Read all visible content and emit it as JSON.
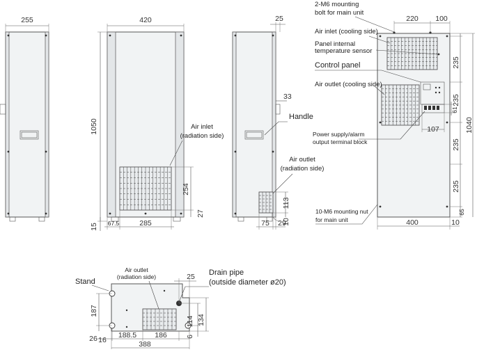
{
  "dimensions": {
    "side_left_width": "255",
    "front_width": "420",
    "height": "1050",
    "inlet_height": "254",
    "inlet_bottom": "27",
    "base_height": "15",
    "inlet_offset": "67.5",
    "inlet_width": "285",
    "handle_offset": "25",
    "handle_depth": "33",
    "outlet_height": "113",
    "outlet_bottom": "10",
    "outlet_offset": "75",
    "outlet_width": "29",
    "rear_top_left": "220",
    "rear_top_right": "100",
    "rear_v1": "235",
    "rear_v2": "235",
    "rear_v3": "235",
    "rear_v4": "235",
    "rear_v5": "65",
    "rear_height": "1040",
    "terminal_width": "107",
    "terminal_height": "61",
    "rear_width": "400",
    "rear_bottom_right": "10",
    "bottom_stand_depth": "187",
    "bottom_drain_offset": "25",
    "bottom_drain_h1": "114",
    "bottom_drain_h2": "134",
    "bottom_drain_h3": "6",
    "bottom_26": "26",
    "bottom_16": "16",
    "bottom_188": "188.5",
    "bottom_186": "186",
    "bottom_388": "388"
  },
  "labels": {
    "m6_bolt_line1": "2-M6 mounting",
    "m6_bolt_line2": "bolt for main unit",
    "air_inlet_cooling": "Air inlet (cooling side)",
    "sensor_line1": "Panel internal",
    "sensor_line2": "temperature sensor",
    "control_panel": "Control panel",
    "air_outlet_cooling": "Air outlet (cooling side)",
    "power_line1": "Power supply/alarm",
    "power_line2": "output terminal block",
    "m6_nut_line1": "10-M6 mounting nut",
    "m6_nut_line2": "for main unit",
    "air_inlet_rad_line1": "Air inlet",
    "air_inlet_rad_line2": "(radiation side)",
    "handle": "Handle",
    "air_outlet_rad_line1": "Air outlet",
    "air_outlet_rad_line2": "(radiation side)",
    "stand": "Stand",
    "bottom_outlet_line1": "Air outlet",
    "bottom_outlet_line2": "(radiation side)",
    "drain_line1": "Drain pipe",
    "drain_line2": "(outside diameter ø20)"
  }
}
